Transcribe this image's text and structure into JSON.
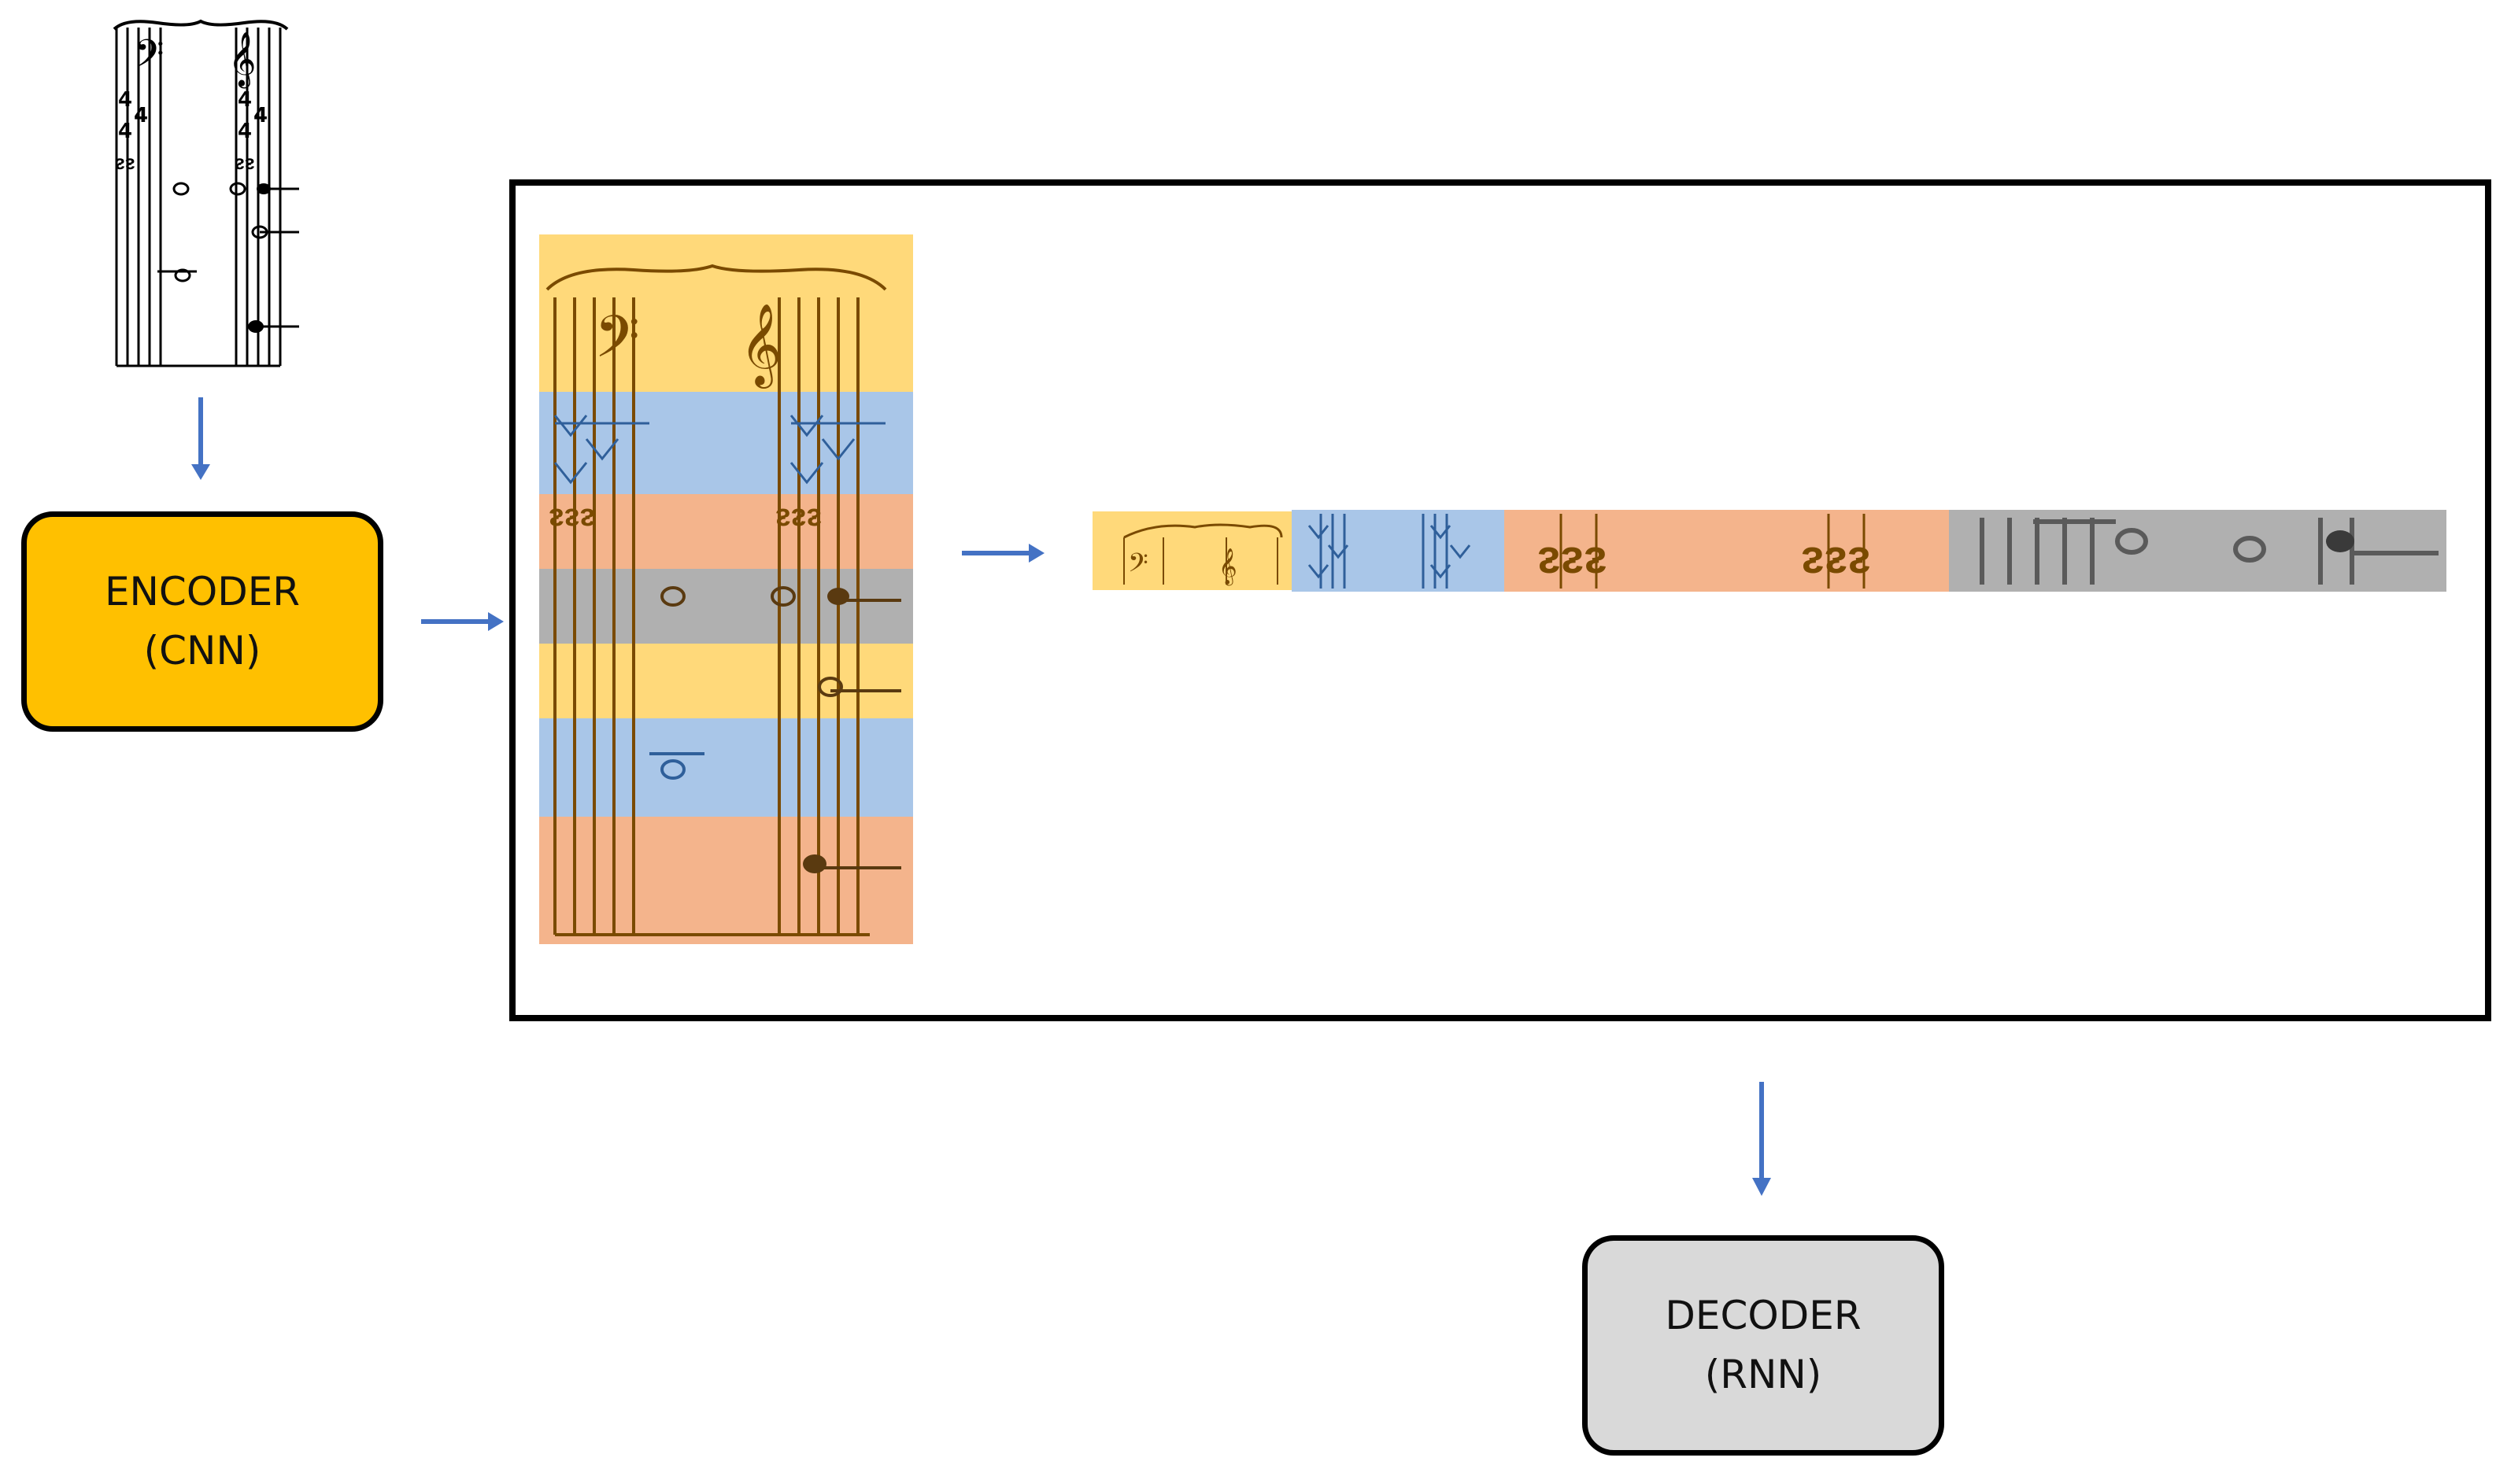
{
  "encoder": {
    "line1": "ENCODER",
    "line2": "(CNN)"
  },
  "decoder": {
    "line1": "DECODER",
    "line2": "(RNN)"
  },
  "colors": {
    "encoder_fill": "#ffc000",
    "decoder_fill": "#d9d9d9",
    "arrow": "#4472c4",
    "band_yellow": "#ffd97a",
    "band_blue": "#a9c6e8",
    "band_orange": "#f4b48c",
    "band_gray": "#b0b0b0",
    "ink": "#7a4a00"
  },
  "bands_vertical": [
    "yellow",
    "blue",
    "orange",
    "gray",
    "yellow",
    "blue",
    "orange"
  ],
  "bands_horizontal": [
    "yellow",
    "blue",
    "orange",
    "gray"
  ]
}
